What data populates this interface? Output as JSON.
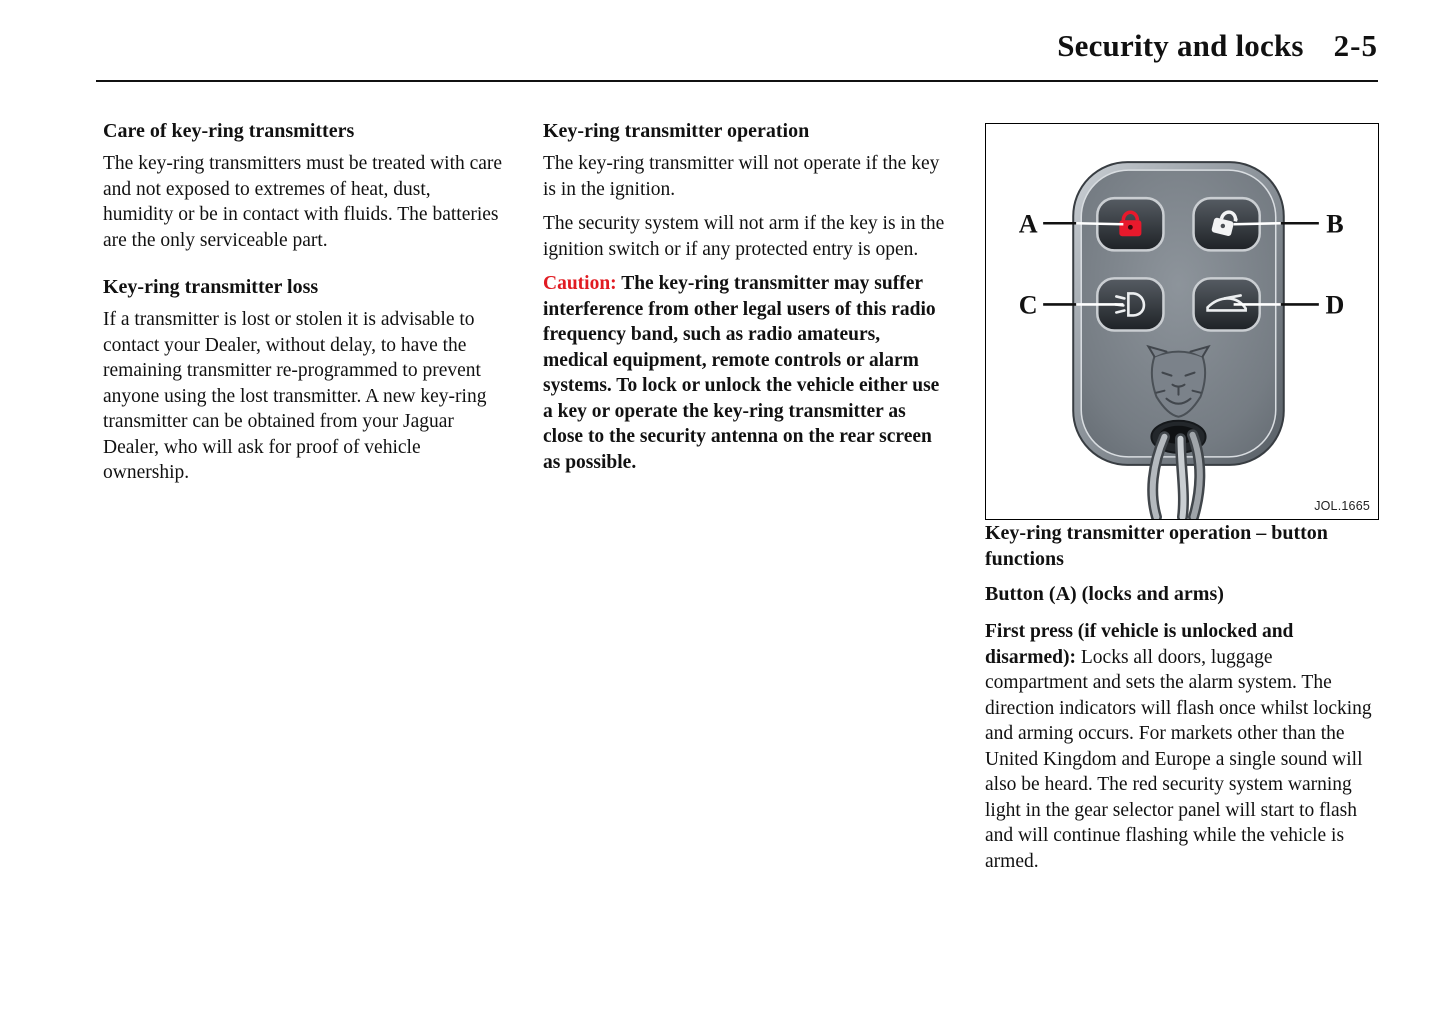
{
  "header": {
    "title": "Security and locks",
    "page_number": "2-5"
  },
  "col1": {
    "section1": {
      "heading": "Care of key-ring transmitters",
      "body": "The key-ring transmitters must be treated with care and not exposed to extremes of heat, dust, humidity or be in contact with fluids. The batteries are the only serviceable part."
    },
    "section2": {
      "heading": "Key-ring transmitter loss",
      "body": "If a transmitter is lost or stolen it is advisable to contact your Dealer, without delay, to have the remaining transmitter re-programmed to prevent anyone using the lost transmitter. A new key-ring transmitter can be obtained from your Jaguar Dealer, who will ask for proof of vehicle ownership."
    }
  },
  "col2": {
    "heading": "Key-ring transmitter operation",
    "para1": "The key-ring transmitter will not operate if the key is in the ignition.",
    "para2": "The security system will not arm if the key is in the ignition switch or if any protected entry is open.",
    "caution_label": "Caution:",
    "caution_text": " The key-ring transmitter may suffer interference from other legal users of this radio frequency band, such as radio amateurs, medical equipment, remote controls or alarm systems. To lock or unlock the vehicle either use a key or operate the key-ring transmitter as close to the security antenna on the rear screen as possible."
  },
  "col3": {
    "figure": {
      "labels": {
        "a": "A",
        "b": "B",
        "c": "C",
        "d": "D"
      },
      "icons": {
        "a": "lock-closed-icon",
        "b": "lock-open-icon",
        "c": "headlight-icon",
        "d": "car-boot-icon"
      },
      "figure_id": "JOL.1665"
    },
    "caption": "Key-ring transmitter operation – button functions",
    "subheading": "Button (A) (locks and arms)",
    "lead": "First press (if vehicle is unlocked and disarmed):",
    "body": " Locks all doors, luggage compartment and sets the alarm system. The direction indicators will flash once whilst locking and arming occurs. For markets other than the United Kingdom and Europe a single sound will also be heard. The red security system warning light in the gear selector panel will start to flash and will continue flashing while the vehicle is armed."
  },
  "colors": {
    "caution_red": "#e11b22",
    "lock_red": "#e8192c"
  }
}
